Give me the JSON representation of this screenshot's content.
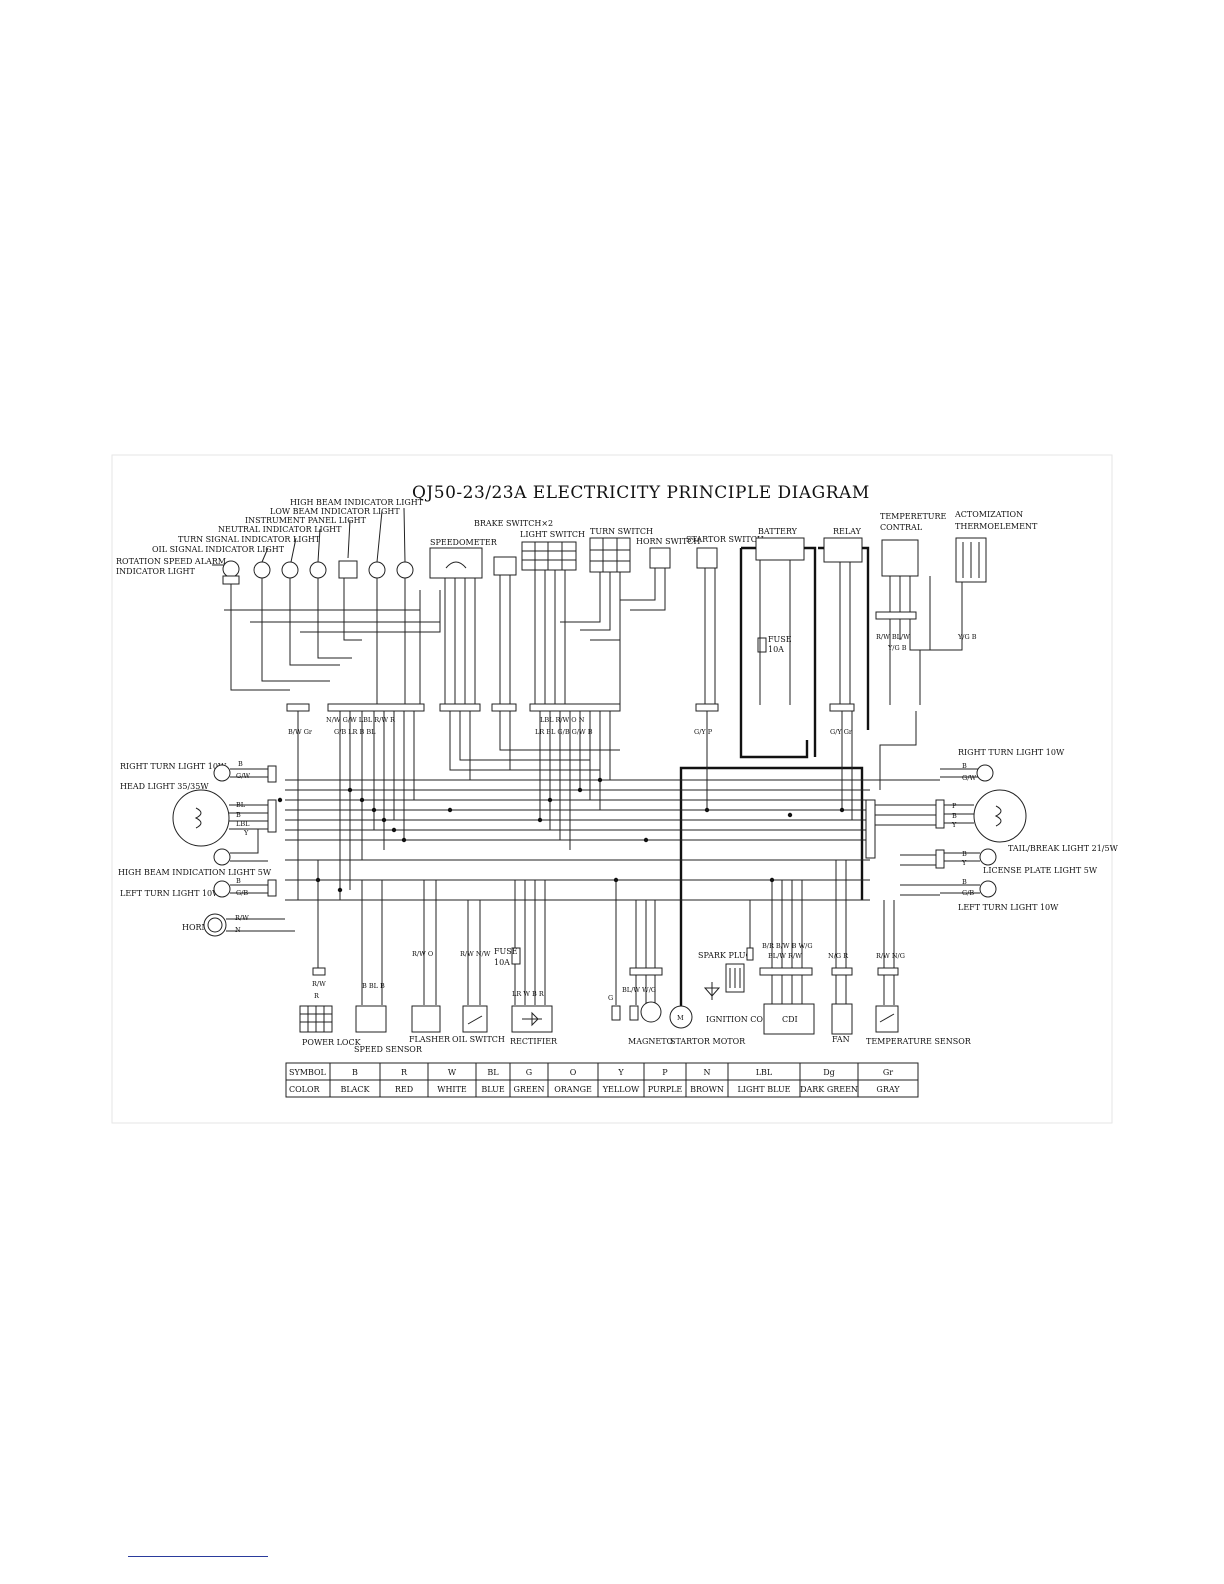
{
  "diagram": {
    "title": "QJ50-23/23A ELECTRICITY PRINCIPLE DIAGRAM",
    "indicators": {
      "high_beam": "HIGH BEAM INDICATOR LIGHT",
      "low_beam": "LOW BEAM INDICATOR LIGHT",
      "instrument_panel": "INSTRUMENT PANEL LIGHT",
      "neutral": "NEUTRAL INDICATOR LIGHT",
      "turn_signal": "TURN SIGNAL INDICATOR LIGHT",
      "oil_signal": "OIL SIGNAL INDICATOR LIGHT",
      "rotation_alarm": "ROTATION SPEED ALARM",
      "rotation_alarm_2": "INDICATOR LIGHT"
    },
    "components": {
      "speedometer": "SPEEDOMETER",
      "brake_switch": "BRAKE SWITCH×2",
      "light_switch": "LIGHT SWITCH",
      "turn_switch": "TURN SWITCH",
      "horn_switch": "HORN SWITCH",
      "startor_switch": "STARTOR SWITCH",
      "battery": "BATTERY",
      "relay": "RELAY",
      "temp_control": "TEMPERETURE",
      "temp_control_2": "CONTRAL",
      "atomization": "ACTOMIZATION",
      "atomization_2": "THERMOELEMENT",
      "fuse_top": "FUSE",
      "fuse_top_rating": "10A",
      "fuse_bottom": "FUSE",
      "fuse_bottom_rating": "10A",
      "right_turn_front": "RIGHT TURN LIGHT 10W",
      "head_light": "HEAD LIGHT 35/35W",
      "high_beam_5w": "HIGH BEAM INDICATION LIGHT 5W",
      "left_turn_front": "LEFT TURN LIGHT 10W",
      "horn": "HORN",
      "right_turn_rear": "RIGHT TURN LIGHT 10W",
      "tail_brake": "TAIL/BREAK LIGHT 21/5W",
      "license_plate": "LICENSE PLATE LIGHT 5W",
      "left_turn_rear": "LEFT TURN LIGHT 10W",
      "power_lock": "POWER LOCK",
      "speed_sensor": "SPEED SENSOR",
      "flasher": "FLASHER",
      "oil_switch": "OIL SWITCH",
      "rectifier": "RECTIFIER",
      "magneto": "MAGNETO",
      "starter_motor": "STARTOR MOTOR",
      "spark_plug": "SPARK PLUG",
      "ignition_coil": "IGNITION COIL",
      "cdi": "CDI",
      "fan": "FAN",
      "temp_sensor": "TEMPERATURE SENSOR"
    },
    "wire_labels": {
      "bw_gr": "B/W Gr",
      "nw_cluster": "N/W G/W LBL R/W R",
      "gb_cluster": "G/B LR B BL",
      "lbl_cluster": "LBL R/W O N",
      "lr_cluster": "LR BL G/B G/W B",
      "gyp": "G/Y P",
      "gy_gr": "G/Y Gr",
      "rw_blw": "R/W BL/W",
      "yg_b": "Y/G B",
      "yg_b2": "Y/G B",
      "head_bl": "BL",
      "head_b": "B",
      "head_lbl": "LBL",
      "head_y": "Y",
      "rt_b": "B",
      "rt_gw": "G/W",
      "lt_b": "B",
      "lt_gb": "G/B",
      "horn_rw": "R/W",
      "horn_n": "N",
      "tail_p": "P",
      "tail_b": "B",
      "tail_y": "Y",
      "lic_b": "B",
      "lic_y": "Y",
      "rr_b": "B",
      "rr_gw": "G/W",
      "lr_b": "B",
      "lr_gb": "G/B",
      "pl_rw": "R/W",
      "pl_r": "R",
      "ss_bbl": "B BL B",
      "fl_rw_o": "R/W O",
      "os_rw": "R/W N/W",
      "rc_lr": "LR W B R",
      "mg_bl": "BL/W W/G",
      "mg_g": "G",
      "cdi_bw": "B/R B/W B W/G",
      "cdi_bl": "BL/W R/W",
      "fan_ng": "N/G R",
      "ts_rw": "R/W N/G"
    },
    "color_table": {
      "symbol_header": "SYMBOL",
      "color_header": "COLOR",
      "symbols": [
        "B",
        "R",
        "W",
        "BL",
        "G",
        "O",
        "Y",
        "P",
        "N",
        "LBL",
        "Dg",
        "Gr"
      ],
      "colors": [
        "BLACK",
        "RED",
        "WHITE",
        "BLUE",
        "GREEN",
        "ORANGE",
        "YELLOW",
        "PURPLE",
        "BROWN",
        "LIGHT BLUE",
        "DARK GREEN",
        "GRAY"
      ]
    }
  }
}
